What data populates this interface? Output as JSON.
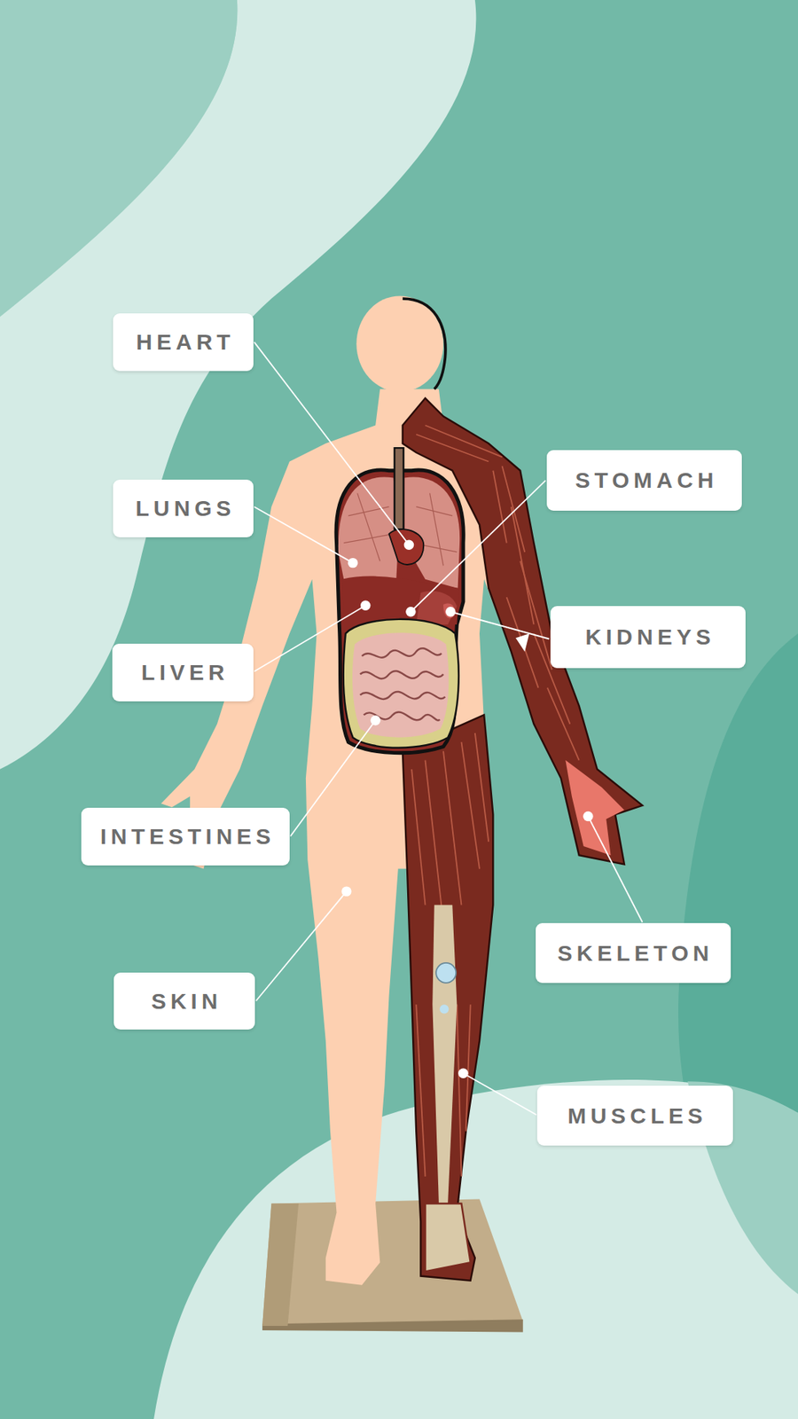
{
  "diagram": {
    "nodes": [
      {
        "text": [
          "HEART"
        ]
      },
      {
        "text": [
          "STOMACH"
        ]
      },
      {
        "text": [
          "LUNGS"
        ]
      },
      {
        "text": [
          "KIDNEYS"
        ]
      },
      {
        "text": [
          "LIVER"
        ]
      },
      {
        "text": [
          "INTESTINES"
        ]
      },
      {
        "text": [
          "SKELETON"
        ]
      },
      {
        "text": [
          "SKIN"
        ]
      },
      {
        "text": [
          "MUSCLES"
        ]
      }
    ]
  }
}
